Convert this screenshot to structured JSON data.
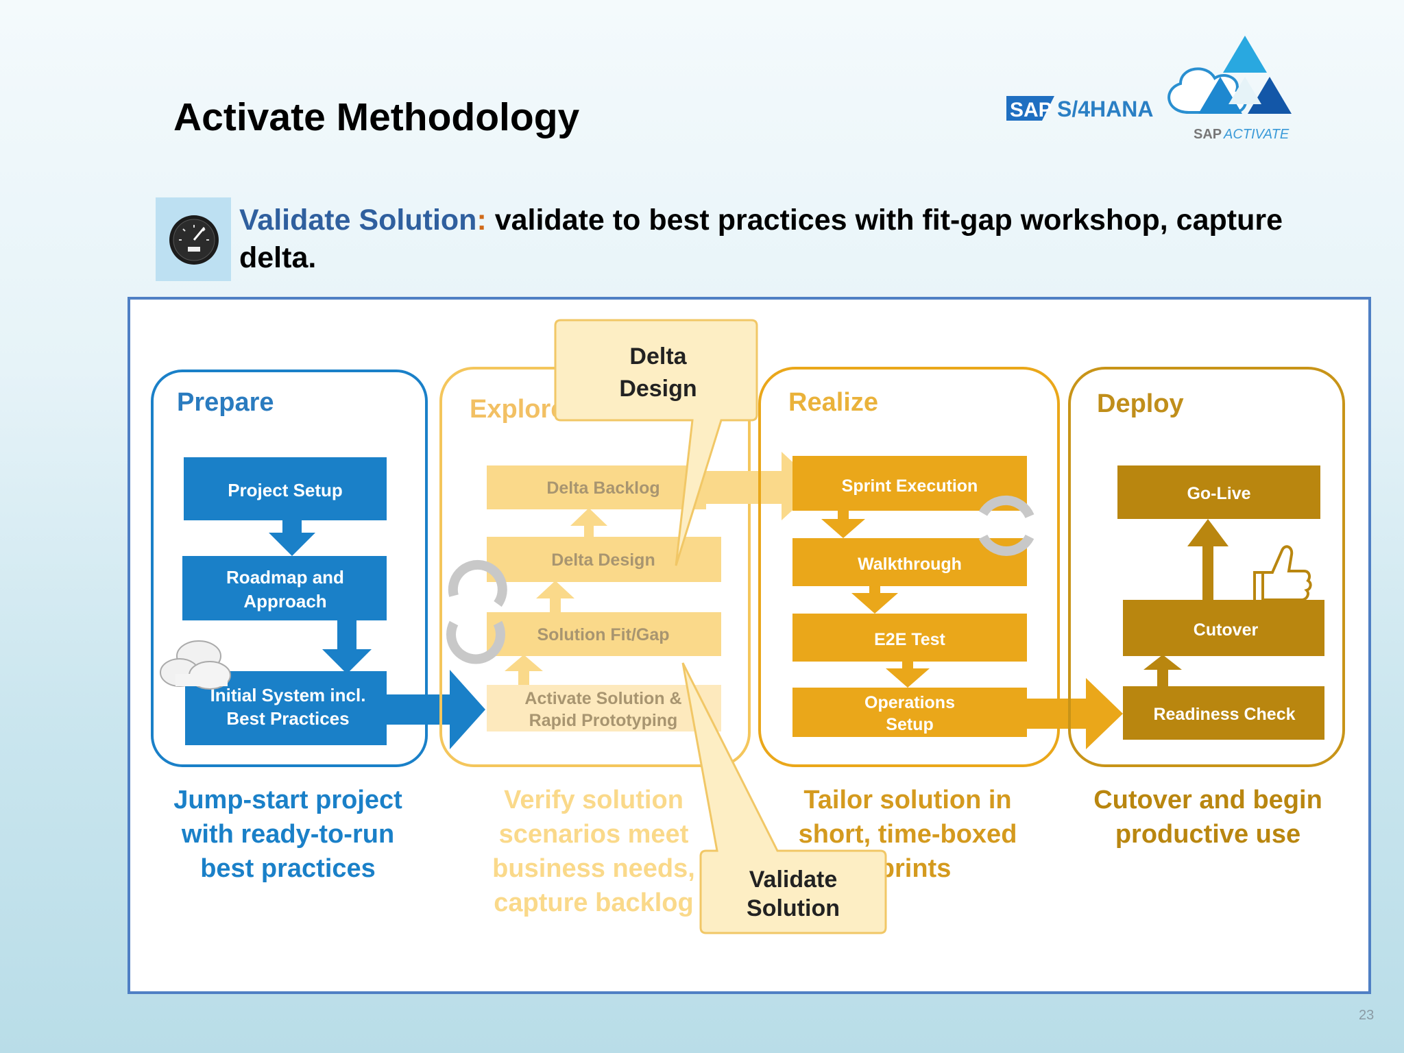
{
  "slide": {
    "title": "Activate Methodology",
    "page_number": "23"
  },
  "logos": {
    "sap": "SAP",
    "s4hana": "S/4HANA",
    "activate_brand": "SAP",
    "activate_word": "ACTIVATE"
  },
  "intro": {
    "highlight": "Validate Solution",
    "colon": ":",
    "text": " validate to best practices with fit-gap workshop, capture delta."
  },
  "phases": {
    "prepare": {
      "title": "Prepare",
      "box1": "Project Setup",
      "box2_line1": "Roadmap and",
      "box2_line2": "Approach",
      "box3_line1": "Initial System incl.",
      "box3_line2": "Best Practices",
      "desc_line1": "Jump-start project",
      "desc_line2": "with ready-to-run",
      "desc_line3": "best practices"
    },
    "explore": {
      "title": "Explore",
      "box1": "Delta Backlog",
      "box2": "Delta Design",
      "box3": "Solution Fit/Gap",
      "box4_line1": "Activate Solution &",
      "box4_line2": "Rapid Prototyping",
      "desc_line1": "Verify solution",
      "desc_line2": "scenarios meet",
      "desc_line3": "business needs,",
      "desc_line4": "capture backlog"
    },
    "realize": {
      "title": "Realize",
      "box1": "Sprint Execution",
      "box2": "Walkthrough",
      "box3": "E2E Test",
      "box4_line1": "Operations",
      "box4_line2": "Setup",
      "desc_line1": "Tailor solution in",
      "desc_line2": "short, time-boxed",
      "desc_line3": "sprints"
    },
    "deploy": {
      "title": "Deploy",
      "box1": "Go-Live",
      "box2": "Cutover",
      "box3": "Readiness Check",
      "desc_line1": "Cutover and begin",
      "desc_line2": "productive use"
    }
  },
  "callouts": {
    "delta_design_line1": "Delta",
    "delta_design_line2": "Design",
    "validate_line1": "Validate",
    "validate_line2": "Solution"
  },
  "icons": [
    "speedometer-icon",
    "cloud-icon",
    "cycle-icon",
    "thumbs-up-icon",
    "sap-activate-triangle-icon"
  ],
  "colors": {
    "prepare_blue": "#1a80c8",
    "prepare_title": "#2a7bbf",
    "explore_faded": "#fad98a",
    "realize_orange": "#eaa71a",
    "deploy_brown": "#b9860f",
    "callout_fill": "#fdeec4",
    "frame_border": "#4f7fc4",
    "highlight_blue": "#2f5f9e",
    "colon_orange": "#d06a1a"
  }
}
